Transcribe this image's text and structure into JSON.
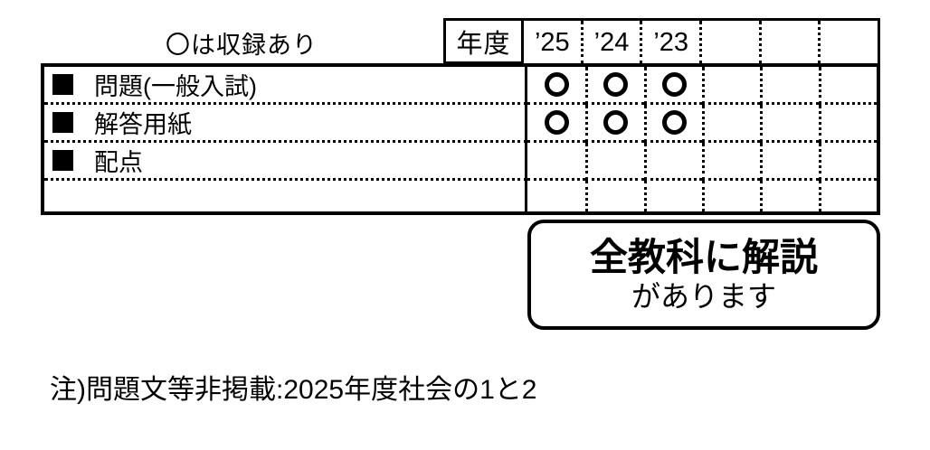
{
  "legend": {
    "text": "〇は収録あり"
  },
  "table": {
    "year_header": "年度",
    "year_columns": [
      "’25",
      "’24",
      "’23",
      "",
      "",
      ""
    ],
    "rows": [
      {
        "bullet": "■",
        "label": "問題(一般入試)",
        "marks": [
          "〇",
          "〇",
          "〇",
          "",
          "",
          ""
        ]
      },
      {
        "bullet": "■",
        "label": "解答用紙",
        "marks": [
          "〇",
          "〇",
          "〇",
          "",
          "",
          ""
        ]
      },
      {
        "bullet": "■",
        "label": "配点",
        "marks": [
          "",
          "",
          "",
          "",
          "",
          ""
        ]
      },
      {
        "bullet": "",
        "label": "",
        "marks": [
          "",
          "",
          "",
          "",
          "",
          ""
        ]
      }
    ]
  },
  "callout": {
    "line1": "全教科に解説",
    "line2": "があります"
  },
  "note": {
    "text": "注)問題文等非掲載:2025年度社会の1と2"
  },
  "colors": {
    "ink": "#000000",
    "background": "#ffffff"
  }
}
